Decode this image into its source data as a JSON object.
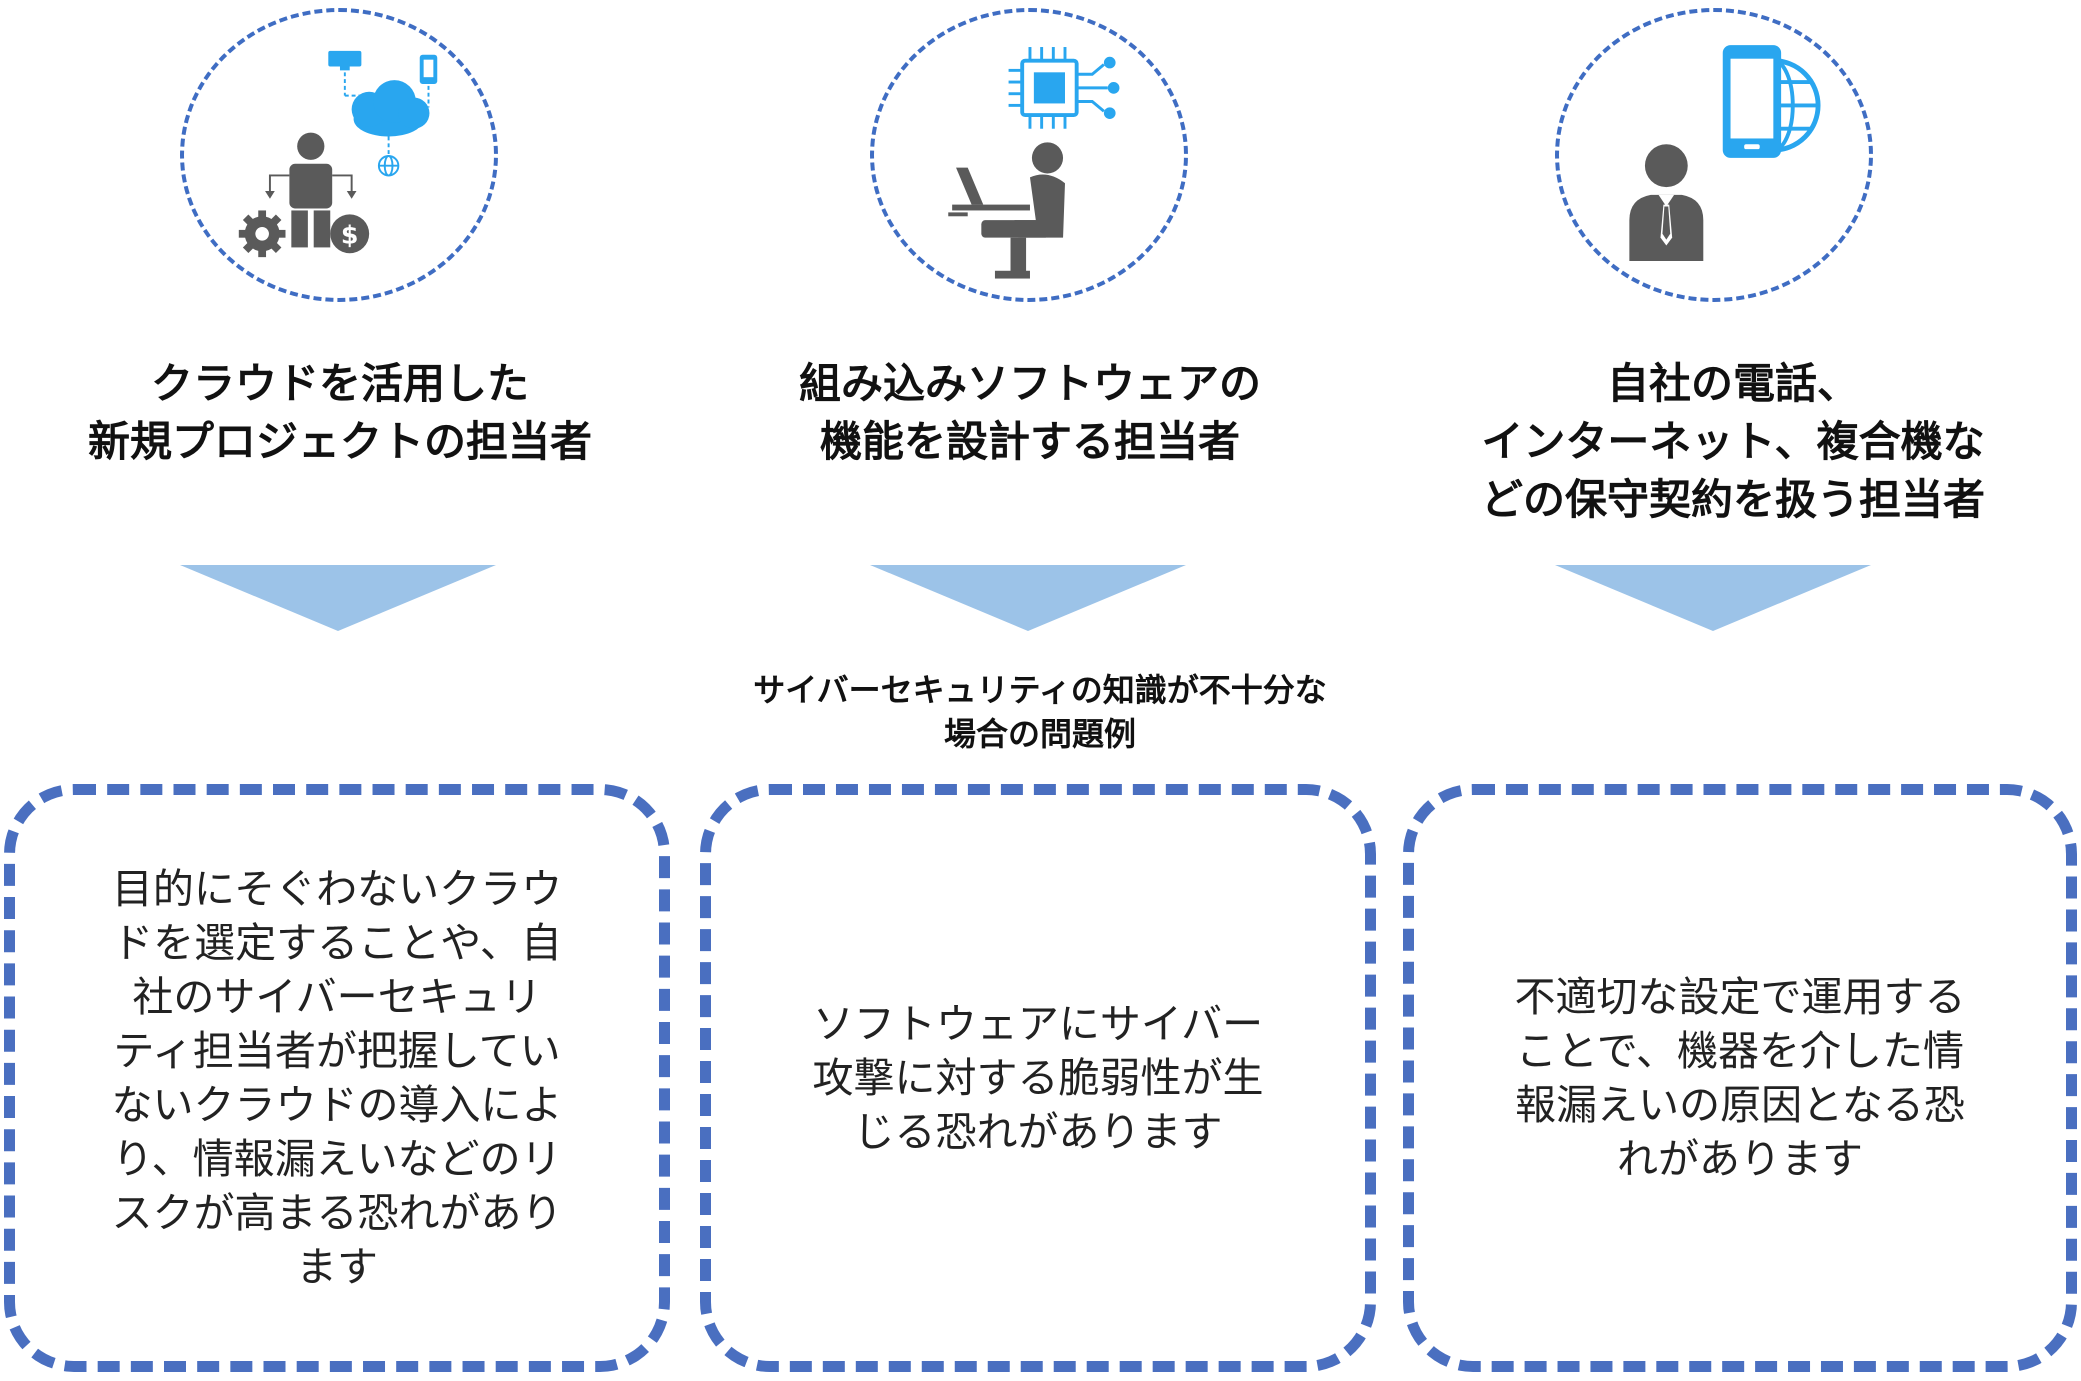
{
  "columns": [
    {
      "icon": "cloud-project-person-icon",
      "role": "クラウドを活用した\n新規プロジェクトの担当者",
      "problem": "目的にそぐわないクラウ\nドを選定することや、自\n社のサイバーセキュリ\nティ担当者が把握してい\nないクラウドの導入によ\nり、情報漏えいなどのリ\nスクが高まる恐れがあり\nます"
    },
    {
      "icon": "embedded-software-engineer-icon",
      "role": "組み込みソフトウェアの\n機能を設計する担当者",
      "problem": "ソフトウェアにサイバー\n攻撃に対する脆弱性が生\nじる恐れがあります"
    },
    {
      "icon": "mobile-network-contract-person-icon",
      "role": "自社の電話、\nインターネット、複合機な\nどの保守契約を扱う担当者",
      "problem": "不適切な設定で運用する\nことで、機器を介した情\n報漏えいの原因となる恐\nれがあります"
    }
  ],
  "caption": "サイバーセキュリティの知識が不十分な\n場合の問題例",
  "colors": {
    "dashed_border": "#4a6fc0",
    "arrow": "#9cc3e8",
    "icon_gray": "#5a5a5a",
    "icon_blue": "#29a6ef"
  }
}
